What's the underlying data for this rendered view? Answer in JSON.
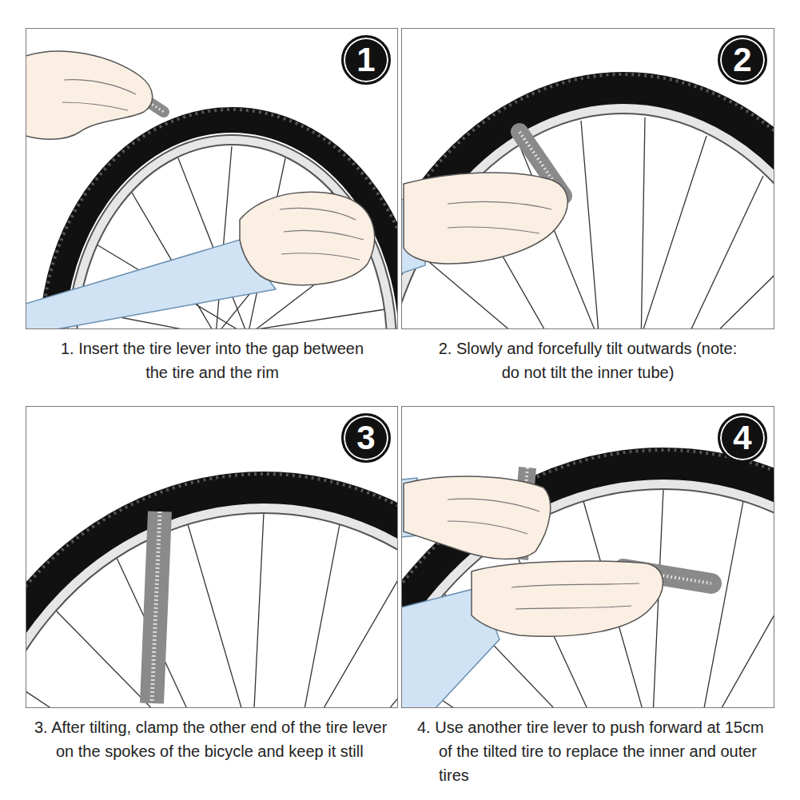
{
  "diagram": {
    "nodes": [
      {
        "text": [
          "1. Insert the tire lever into the gap between the tire and the rim"
        ]
      },
      {
        "text": [
          "1"
        ],
        "in": 0
      },
      {
        "text": [
          "2. Slowly and forcefully tilt outwards (note: do not tilt the inner tube)"
        ]
      },
      {
        "text": [
          "2"
        ],
        "in": 2
      },
      {
        "text": [
          "3. After tilting, clamp the other end of the tire lever on the spokes of the bicycle and keep it still"
        ]
      },
      {
        "text": [
          "3"
        ],
        "in": 4
      },
      {
        "text": [
          "4. Use another tire lever to push forward at 15cm of the tilted tire to replace the inner and outer tires"
        ]
      },
      {
        "text": [
          "4"
        ],
        "in": 6
      }
    ]
  }
}
